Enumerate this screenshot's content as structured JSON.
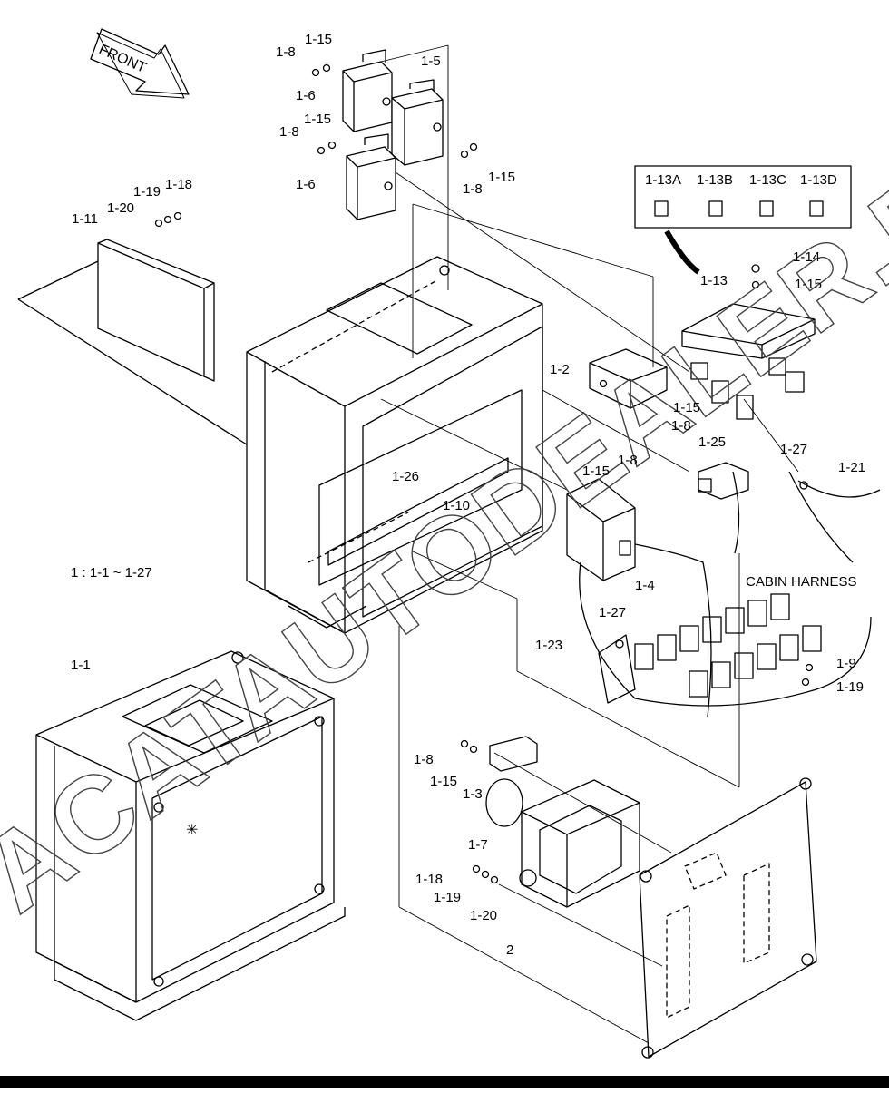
{
  "watermark": "ACATAUTODEALER.RU",
  "front_arrow": "FRONT",
  "assembly_note": "1 : 1-1 ~ 1-27",
  "harness_label": "CABIN HARNESS",
  "legend_fuses": [
    "1-13A",
    "1-13B",
    "1-13C",
    "1-13D"
  ],
  "labels": [
    "1-8",
    "1-15",
    "1-5",
    "1-6",
    "1-8",
    "1-15",
    "1-6",
    "1-8",
    "1-15",
    "1-19",
    "1-18",
    "1-20",
    "1-11",
    "1-14",
    "1-15",
    "1-13",
    "1-2",
    "1-15",
    "1-8",
    "1-25",
    "1-27",
    "1-21",
    "1-8",
    "1-15",
    "1-26",
    "1-10",
    "1-4",
    "1-27",
    "1-23",
    "1-9",
    "1-19",
    "1-1",
    "1-8",
    "1-15",
    "1-3",
    "1-7",
    "1-18",
    "1-19",
    "1-20",
    "2"
  ]
}
